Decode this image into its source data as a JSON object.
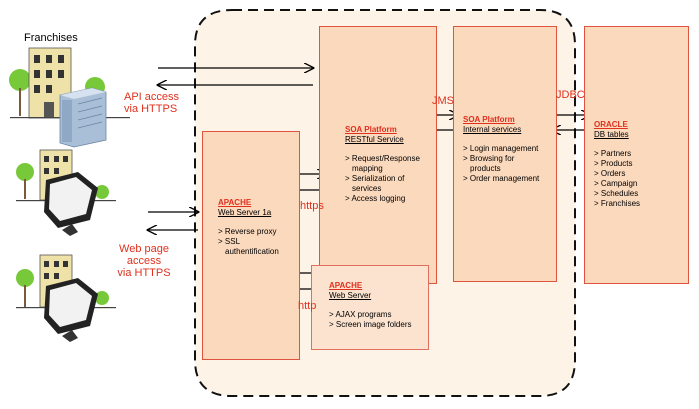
{
  "franchises_label": "Franchises",
  "api_access": [
    "API access",
    "via HTTPS"
  ],
  "web_access": [
    "Web page",
    "access",
    "via HTTPS"
  ],
  "protocols": {
    "jms": "JMS",
    "jdbc": "JDBC",
    "https": "https",
    "http": "http"
  },
  "apache_proxy": {
    "title": "APACHE",
    "subtitle": "Web Server 1a",
    "items": [
      "> Reverse proxy",
      "> SSL",
      "authentification"
    ]
  },
  "soa_rest": {
    "title": "SOA Platform",
    "subtitle": "RESTful Service",
    "items": [
      "> Request/Response",
      "mapping",
      "> Serialization of",
      "services",
      "> Access logging"
    ]
  },
  "soa_internal": {
    "title": "SOA Platform",
    "subtitle": "Internal services",
    "items": [
      "> Login management",
      "> Browsing for",
      "products",
      "> Order management"
    ]
  },
  "oracle": {
    "title": "ORACLE",
    "subtitle": "DB tables",
    "items": [
      "> Partners",
      "> Products",
      "> Orders",
      "> Campaign",
      "> Schedules",
      "> Franchises"
    ]
  },
  "apache_web": {
    "title": "APACHE",
    "subtitle": "Web Server",
    "items": [
      "> AJAX programs",
      "> Screen image folders"
    ]
  },
  "colors": {
    "region_fill": "#fdf3e6",
    "box_fill": "#fbd9bd",
    "box_border": "#e0533e",
    "accent_red": "#e0301e",
    "building": "#efe2a8",
    "tree": "#78c93a",
    "server": "#a9bfd8",
    "monitor": "#222222"
  }
}
